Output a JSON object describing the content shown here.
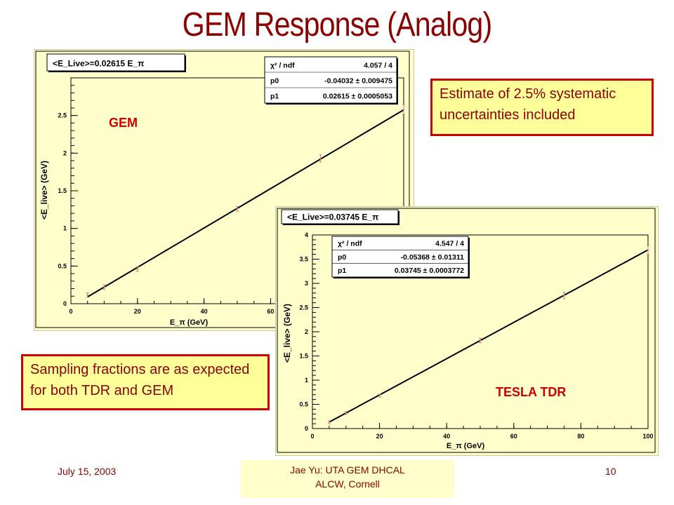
{
  "slide": {
    "title": "GEM Response (Analog)",
    "callout_top": "Estimate of 2.5% systematic uncertainties included",
    "callout_bottom": "Sampling fractions are as expected for both TDR and GEM",
    "footer_date": "July 15, 2003",
    "footer_line1": "Jae Yu: UTA GEM DHCAL",
    "footer_line2": "ALCW, Cornell",
    "page_number": "10"
  },
  "colors": {
    "title": "#8b0000",
    "callout_border": "#cc0000",
    "callout_bg": "#ffff99",
    "plot_bg": "#ffffcc",
    "label_red": "#cc0000",
    "fit_line": "#000000",
    "error_bar": "#d08080"
  },
  "chart_data": [
    {
      "type": "scatter",
      "title": "<E_Live>=0.02615 E_π",
      "label": "GEM",
      "xlabel": "E_π (GeV)",
      "ylabel": "<E_live> (GeV)",
      "xlim": [
        0,
        100
      ],
      "ylim": [
        0,
        3
      ],
      "x_ticks": [
        "0",
        "20",
        "40",
        "60"
      ],
      "y_ticks": [
        "0",
        "0.5",
        "1",
        "1.5",
        "2",
        "2.5"
      ],
      "x": [
        5,
        10,
        20,
        50,
        75,
        100
      ],
      "y": [
        0.115,
        0.22,
        0.46,
        1.26,
        1.93,
        2.58
      ],
      "fit": {
        "p0": -0.04032,
        "p1": 0.02615
      },
      "stats": [
        {
          "name": "χ² / ndf",
          "value": "4.057 / 4"
        },
        {
          "name": "p0",
          "value": "-0.04032 ± 0.009475"
        },
        {
          "name": "p1",
          "value": "0.02615 ± 0.0005053"
        }
      ],
      "grid": false
    },
    {
      "type": "scatter",
      "title": "<E_Live>=0.03745 E_π",
      "label": "TESLA TDR",
      "xlabel": "E_π (GeV)",
      "ylabel": "<E_live> (GeV)",
      "xlim": [
        0,
        100
      ],
      "ylim": [
        0,
        4
      ],
      "x_ticks": [
        "0",
        "20",
        "40",
        "60",
        "80",
        "100"
      ],
      "y_ticks": [
        "0",
        "0.5",
        "1",
        "1.5",
        "2",
        "2.5",
        "3",
        "3.5",
        "4"
      ],
      "x": [
        5,
        10,
        20,
        50,
        75,
        100
      ],
      "y": [
        0.13,
        0.32,
        0.68,
        1.82,
        2.75,
        3.69
      ],
      "fit": {
        "p0": -0.05368,
        "p1": 0.03745
      },
      "stats": [
        {
          "name": "χ² / ndf",
          "value": "4.547 / 4"
        },
        {
          "name": "p0",
          "value": "-0.05368 ± 0.01311"
        },
        {
          "name": "p1",
          "value": "0.03745 ± 0.0003772"
        }
      ],
      "grid": false
    }
  ]
}
